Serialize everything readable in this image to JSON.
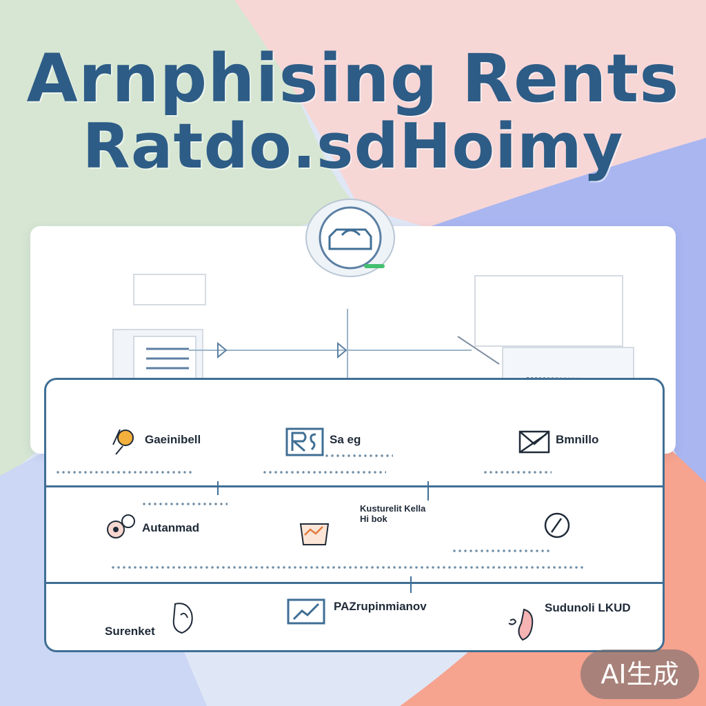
{
  "header": {
    "title_line1": "Arnphising Rents",
    "title_line2": "Ratdo.sdHoimy"
  },
  "colors": {
    "title": "#2d5c86",
    "frame": "#3f6e94",
    "bg_green": "#d6e6d2",
    "bg_pink": "#f7d6d6",
    "bg_blue": "#a9b6f0",
    "bg_coral": "#f6a38f",
    "bg_lightblue": "#cbd7f4"
  },
  "rows": [
    {
      "cells": [
        {
          "label": "Gaeinibell",
          "icon": "lightbulb-icon"
        },
        {
          "label": "Sa eg",
          "icon": "rs-logo-icon"
        },
        {
          "label": "Bmnillo",
          "icon": "envelope-icon"
        }
      ]
    },
    {
      "cells": [
        {
          "label": "Autanmad",
          "icon": "gears-icon"
        },
        {
          "label": "Kusturelit Kella Hi bok",
          "icon": "basket-icon"
        },
        {
          "label": "",
          "icon": "gauge-icon"
        }
      ]
    },
    {
      "cells": [
        {
          "label": "Surenket",
          "icon": "hand-icon"
        },
        {
          "label": "PAZrupinmianov",
          "icon": "chart-icon"
        },
        {
          "label": "Sudunoli LKUD",
          "icon": "person-icon"
        }
      ]
    }
  ],
  "badge": {
    "label": "AI生成"
  }
}
